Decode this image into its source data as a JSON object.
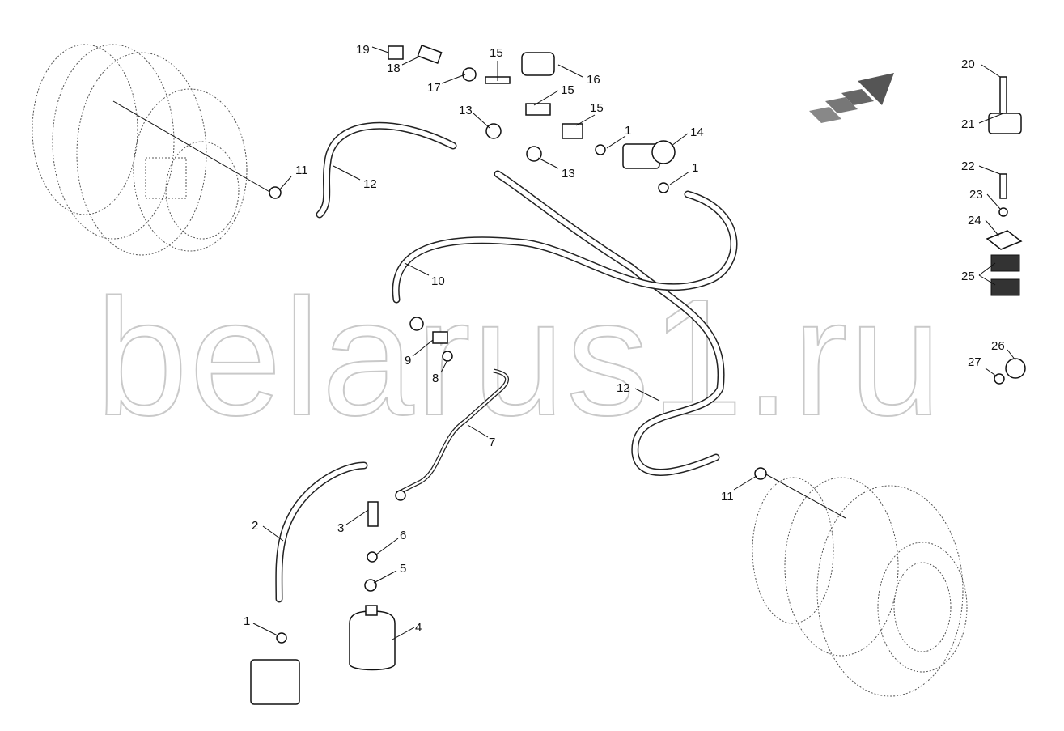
{
  "watermark": "belarus1.ru",
  "callouts": [
    "19",
    "18",
    "17",
    "15",
    "16",
    "15",
    "13",
    "15",
    "1",
    "14",
    "11",
    "12",
    "13",
    "1",
    "10",
    "9",
    "8",
    "12",
    "7",
    "2",
    "3",
    "6",
    "5",
    "1",
    "4",
    "11",
    "20",
    "21",
    "22",
    "23",
    "24",
    "25",
    "26",
    "27"
  ],
  "colors": {
    "line": "#111111",
    "watermark": "#c9c9c9",
    "arrow": "#555555"
  }
}
